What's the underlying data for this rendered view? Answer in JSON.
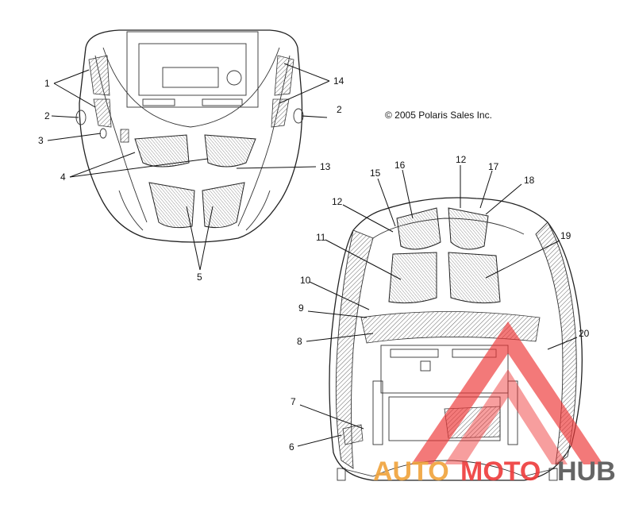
{
  "copyright": "© 2005 Polaris Sales Inc.",
  "watermark": {
    "part1": "AUTO",
    "part2": "MOTO",
    "part3": "HUB",
    "color_orange": "#f0a23a",
    "color_red": "#ee3a3a",
    "color_grey": "#555555"
  },
  "callouts": {
    "c1": "1",
    "c2a": "2",
    "c2b": "2",
    "c3": "3",
    "c4": "4",
    "c5": "5",
    "c13": "13",
    "c14": "14",
    "c6": "6",
    "c7": "7",
    "c8": "8",
    "c9": "9",
    "c10": "10",
    "c11": "11",
    "c12a": "12",
    "c12b": "12",
    "c15": "15",
    "c16": "16",
    "c17": "17",
    "c18": "18",
    "c19": "19",
    "c20": "20"
  }
}
